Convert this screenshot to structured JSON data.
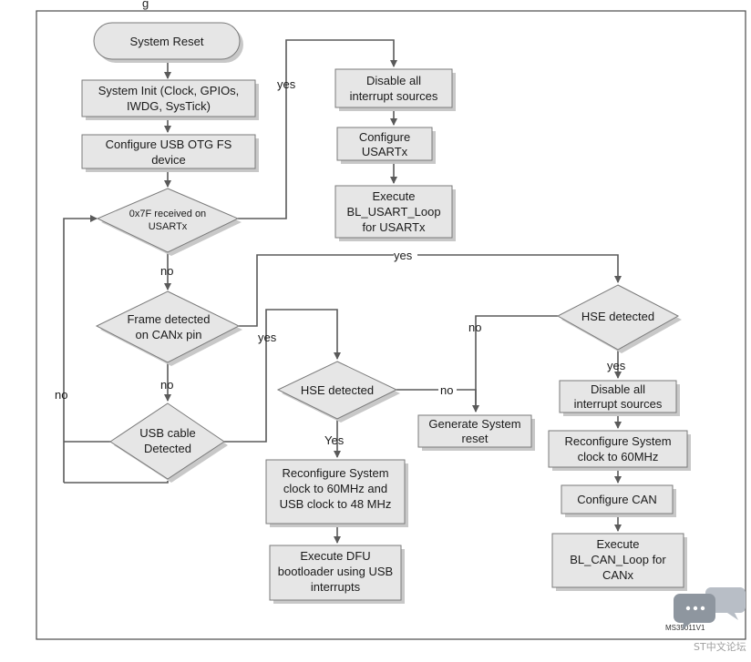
{
  "header_fragment": "g",
  "nodes": {
    "system_reset": "System Reset",
    "system_init": [
      "System Init (Clock, GPIOs,",
      "IWDG, SysTick)"
    ],
    "configure_usb": [
      "Configure USB OTG FS",
      "device"
    ],
    "decision_usart": [
      "0x7F received on",
      "USARTx"
    ],
    "disable_interrupts_usart": [
      "Disable all",
      "interrupt sources"
    ],
    "configure_usart": [
      "Configure",
      "USARTx"
    ],
    "execute_usart_loop": [
      "Execute",
      "BL_USART_Loop",
      "for USARTx"
    ],
    "decision_frame_can": [
      "Frame detected",
      "on CANx pin"
    ],
    "decision_usb_cable": [
      "USB cable",
      "Detected"
    ],
    "decision_hse_usb": "HSE detected",
    "generate_reset": [
      "Generate System",
      "reset"
    ],
    "reconfigure_usb": [
      "Reconfigure System",
      "clock to 60MHz and",
      "USB clock to 48 MHz"
    ],
    "execute_dfu": [
      "Execute DFU",
      "bootloader using USB",
      "interrupts"
    ],
    "decision_hse_can": "HSE detected",
    "disable_interrupts_can": [
      "Disable all",
      "interrupt sources"
    ],
    "reconfigure_can": [
      "Reconfigure System",
      "clock to 60MHz"
    ],
    "configure_can": "Configure CAN",
    "execute_can_loop": [
      "Execute",
      "BL_CAN_Loop for",
      "CANx"
    ]
  },
  "labels": {
    "usart_yes": "yes",
    "usart_no": "no",
    "can_yes": "yes",
    "frame_no": "no",
    "usb_yes": "yes",
    "usb_no": "no",
    "hse_usb_yes": "Yes",
    "hse_usb_no": "no",
    "hse_can_no": "no",
    "hse_can_yes": "yes"
  },
  "figure_id": "MS35011V1",
  "watermark": "ST中文论坛"
}
